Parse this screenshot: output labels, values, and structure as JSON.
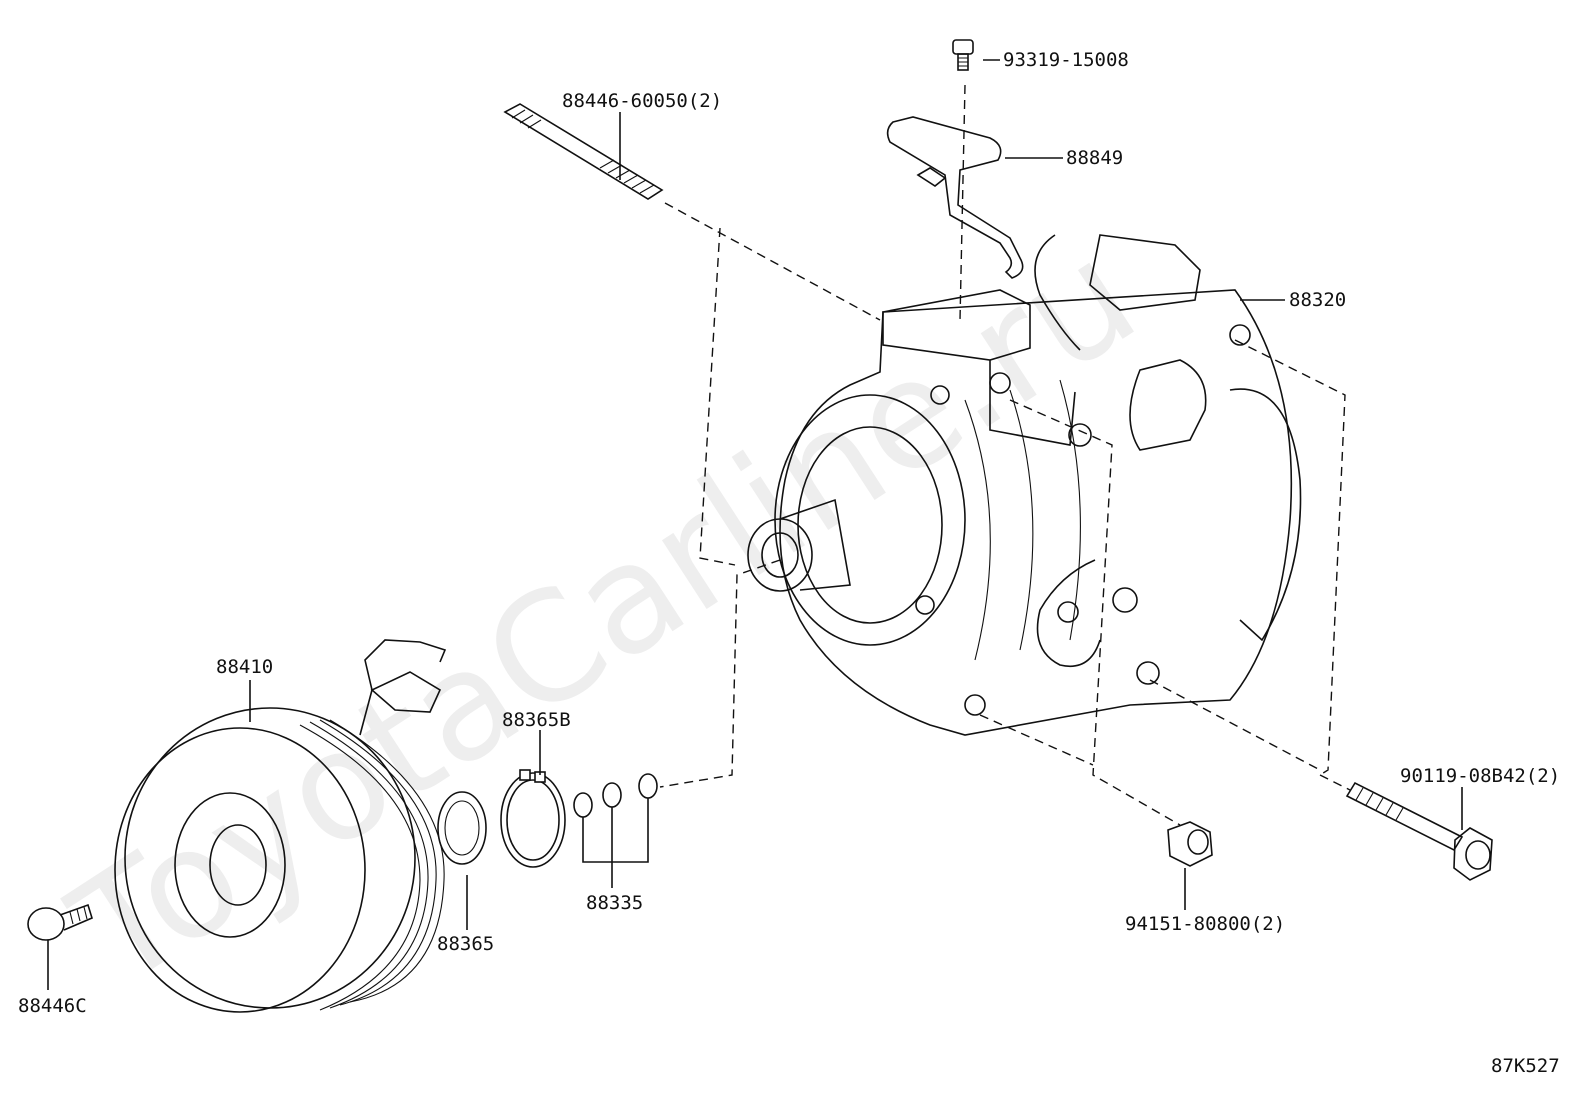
{
  "diagram": {
    "watermark": "ToyotaCarline.ru",
    "drawing_code": "87K527",
    "callouts": [
      {
        "id": "c-93319",
        "text": "93319-15008"
      },
      {
        "id": "c-88446-60050",
        "text": "88446-60050(2)"
      },
      {
        "id": "c-88849",
        "text": "88849"
      },
      {
        "id": "c-88320",
        "text": "88320"
      },
      {
        "id": "c-88410",
        "text": "88410"
      },
      {
        "id": "c-88365B",
        "text": "88365B"
      },
      {
        "id": "c-88365",
        "text": "88365"
      },
      {
        "id": "c-88335",
        "text": "88335"
      },
      {
        "id": "c-88446C",
        "text": "88446C"
      },
      {
        "id": "c-90119",
        "text": "90119-08B42(2)"
      },
      {
        "id": "c-94151",
        "text": "94151-80800(2)"
      }
    ]
  }
}
